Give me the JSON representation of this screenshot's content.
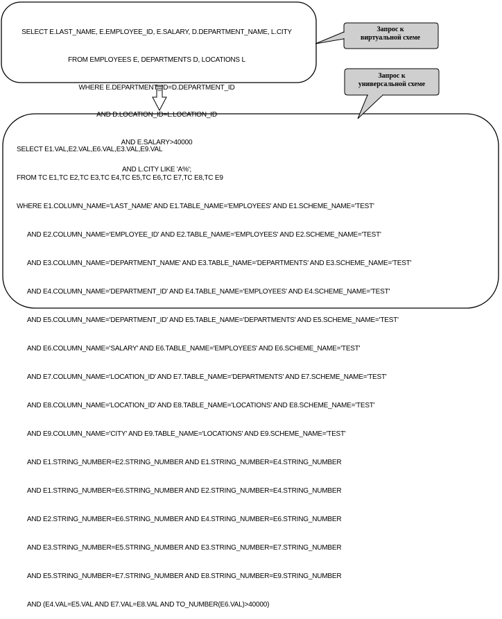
{
  "top_query": {
    "lines": [
      "SELECT E.LAST_NAME, E.EMPLOYEE_ID, E.SALARY, D.DEPARTMENT_NAME, L.CITY",
      "FROM EMPLOYEES E, DEPARTMENTS D, LOCATIONS L",
      "WHERE E.DEPARTMENT_ID=D.DEPARTMENT_ID",
      "AND D.LOCATION_ID=L.LOCATION_ID",
      "AND E.SALARY>40000",
      "AND L.CITY LIKE 'A%';"
    ]
  },
  "bottom_query": {
    "lines": [
      "SELECT E1.VAL,E2.VAL,E6.VAL,E3.VAL,E9.VAL",
      "FROM TC E1,TC E2,TC E3,TC E4,TC E5,TC E6,TC E7,TC E8,TC E9",
      "WHERE E1.COLUMN_NAME='LAST_NAME' AND E1.TABLE_NAME='EMPLOYEES' AND E1.SCHEME_NAME='TEST'",
      "      AND E2.COLUMN_NAME='EMPLOYEE_ID' AND E2.TABLE_NAME='EMPLOYEES' AND E2.SCHEME_NAME='TEST'",
      "      AND E3.COLUMN_NAME='DEPARTMENT_NAME' AND E3.TABLE_NAME='DEPARTMENTS' AND E3.SCHEME_NAME='TEST'",
      "      AND E4.COLUMN_NAME='DEPARTMENT_ID' AND E4.TABLE_NAME='EMPLOYEES' AND E4.SCHEME_NAME='TEST'",
      "      AND E5.COLUMN_NAME='DEPARTMENT_ID' AND E5.TABLE_NAME='DEPARTMENTS' AND E5.SCHEME_NAME='TEST'",
      "      AND E6.COLUMN_NAME='SALARY' AND E6.TABLE_NAME='EMPLOYEES' AND E6.SCHEME_NAME='TEST'",
      "      AND E7.COLUMN_NAME='LOCATION_ID' AND E7.TABLE_NAME='DEPARTMENTS' AND E7.SCHEME_NAME='TEST'",
      "      AND E8.COLUMN_NAME='LOCATION_ID' AND E8.TABLE_NAME='LOCATIONS' AND E8.SCHEME_NAME='TEST'",
      "      AND E9.COLUMN_NAME='CITY' AND E9.TABLE_NAME='LOCATIONS' AND E9.SCHEME_NAME='TEST'",
      "      AND E1.STRING_NUMBER=E2.STRING_NUMBER AND E1.STRING_NUMBER=E4.STRING_NUMBER",
      "      AND E1.STRING_NUMBER=E6.STRING_NUMBER AND E2.STRING_NUMBER=E4.STRING_NUMBER",
      "      AND E2.STRING_NUMBER=E6.STRING_NUMBER AND E4.STRING_NUMBER=E6.STRING_NUMBER",
      "      AND E3.STRING_NUMBER=E5.STRING_NUMBER AND E3.STRING_NUMBER=E7.STRING_NUMBER",
      "      AND E5.STRING_NUMBER=E7.STRING_NUMBER AND E8.STRING_NUMBER=E9.STRING_NUMBER",
      "      AND (E4.VAL=E5.VAL AND E7.VAL=E8.VAL AND TO_NUMBER(E6.VAL)>40000)"
    ]
  },
  "callouts": {
    "virtual": [
      "Запрос к",
      "виртуальной схеме"
    ],
    "universal": [
      "Запрос к",
      "универсальной схеме"
    ]
  },
  "colors": {
    "callout_fill": "#cfcfcf",
    "outline": "#000000"
  }
}
